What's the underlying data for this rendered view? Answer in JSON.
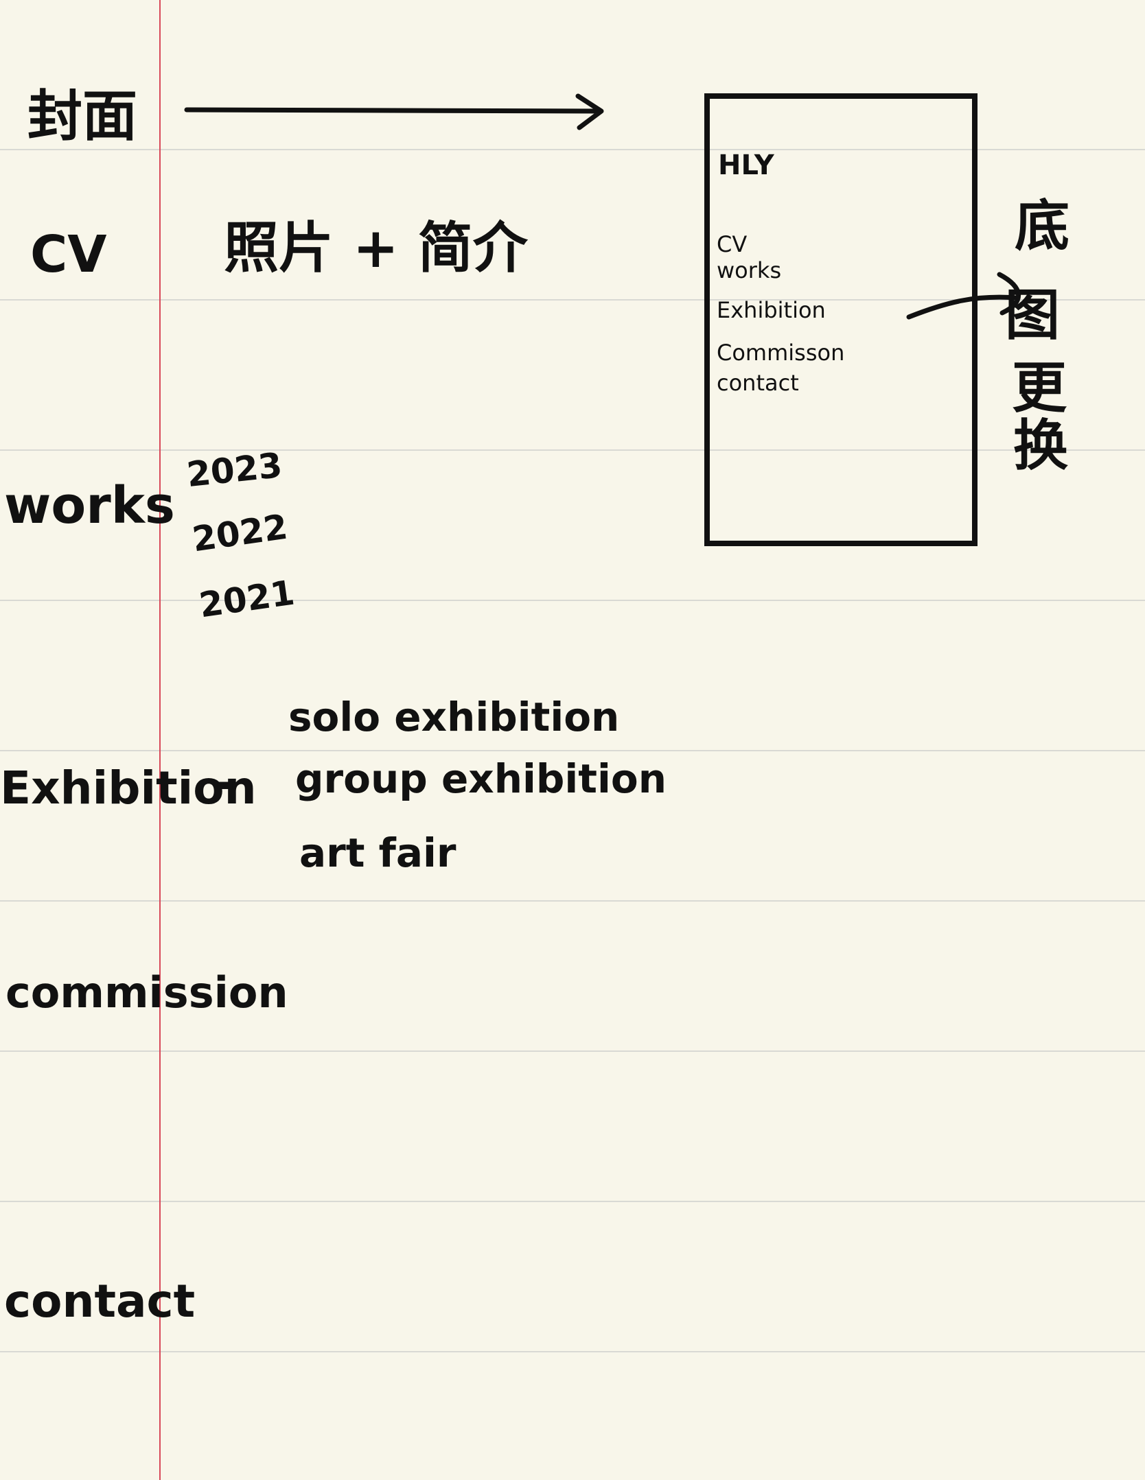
{
  "sections": [
    {
      "label": "封面"
    },
    {
      "label": "CV",
      "note": "照片 + 简介"
    },
    {
      "label": "works",
      "years": [
        "2023",
        "2022",
        "2021"
      ]
    },
    {
      "label": "Exhibition",
      "dash": "-",
      "items": [
        "solo exhibition",
        "group exhibition",
        "art fair"
      ]
    },
    {
      "label": "commission"
    },
    {
      "label": "contact"
    }
  ],
  "mockup": {
    "title": "HLY",
    "menu": [
      "CV",
      "works",
      "Exhibition",
      "Commisson",
      "contact"
    ],
    "annotation": [
      "底",
      "图",
      "更",
      "换"
    ]
  }
}
